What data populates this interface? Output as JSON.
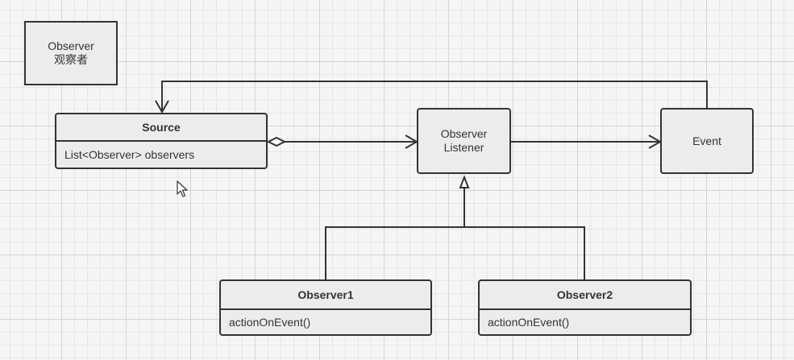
{
  "note": {
    "line1": "Observer",
    "line2": "观察者"
  },
  "source": {
    "name": "Source",
    "attribute": "List<Observer> observers"
  },
  "listener": {
    "line1": "Observer",
    "line2": "Listener"
  },
  "event": {
    "label": "Event"
  },
  "observer1": {
    "name": "Observer1",
    "method": "actionOnEvent()"
  },
  "observer2": {
    "name": "Observer2",
    "method": "actionOnEvent()"
  },
  "colors": {
    "stroke": "#333333",
    "fill": "#ececec",
    "grid": "#d4d4d4",
    "background": "#f5f5f5"
  },
  "connectors": [
    {
      "from": "source",
      "to": "listener",
      "type": "aggregation"
    },
    {
      "from": "listener",
      "to": "event",
      "type": "association"
    },
    {
      "from": "event",
      "to": "source",
      "type": "association"
    },
    {
      "from": "observer1",
      "to": "listener",
      "type": "generalization"
    },
    {
      "from": "observer2",
      "to": "listener",
      "type": "generalization"
    }
  ]
}
